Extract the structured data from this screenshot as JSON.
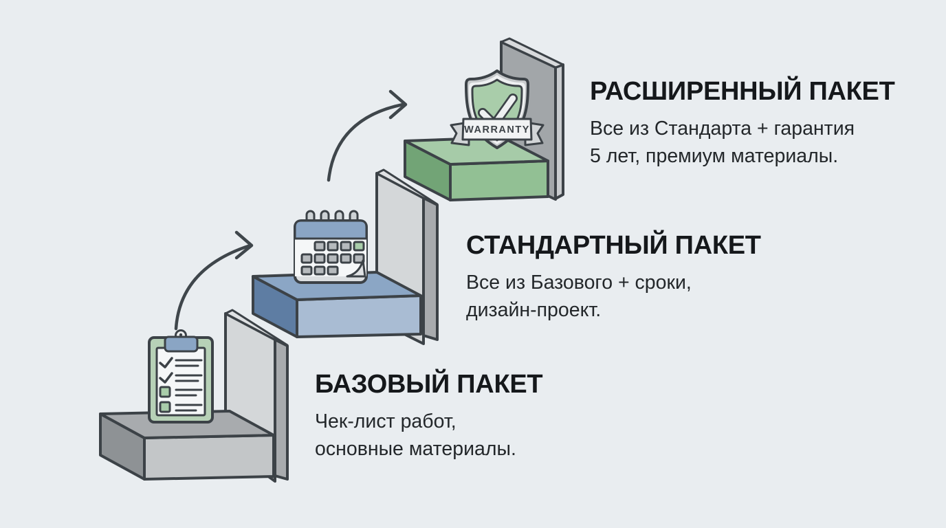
{
  "colors": {
    "bg": "#e9edf0",
    "outline": "#3c4247",
    "heading": "#15181b",
    "body": "#23272a",
    "arrow": "#3f464b",
    "step1-top": "#a8abae",
    "step1-front": "#c3c6c8",
    "step1-side": "#8e9295",
    "step2-top": "#8ba6c5",
    "step2-front": "#a9bcd3",
    "step2-side": "#5e7da3",
    "step3-top": "#a6cba8",
    "step3-front": "#92c094",
    "step3-side": "#72a476",
    "riser-face": "#d4d7d9",
    "riser-side": "#a8abae",
    "riser-sliver": "#e0e2e4",
    "wall-front": "#a2a6a9",
    "wall-side": "#c9cccf",
    "wall-sliver": "#d8dadc",
    "paper": "#f5f7f8",
    "pad-gray": "#dcdfe1",
    "ring-gray": "#cdd2d5",
    "accent-blue": "#8aa5c4",
    "accent-green": "#a9cdaa",
    "square-gray": "#b6babd",
    "silver": "#c7cacc",
    "shield-ring": "#eef0f1",
    "ribbon": "#f1f3f4",
    "ribbon-fold": "#d2d5d7",
    "frame-green": "#b7d1b7"
  },
  "packages": [
    {
      "id": "basic",
      "title": "БАЗОВЫЙ ПАКЕТ",
      "lines": [
        "Чек-лист работ,",
        "основные материалы."
      ],
      "icon": "clipboard-checklist-icon"
    },
    {
      "id": "standard",
      "title": "СТАНДАРТНЫЙ ПАКЕТ",
      "lines": [
        "Все из Базового + сроки,",
        "дизайн-проект."
      ],
      "icon": "calendar-icon"
    },
    {
      "id": "extended",
      "title": "РАСШИРЕННЫЙ ПАКЕТ",
      "lines": [
        "Все из Стандарта + гарантия",
        "5 лет, премиум материалы."
      ],
      "icon": "warranty-shield-icon"
    }
  ],
  "badge": {
    "label": "WARRANTY"
  }
}
